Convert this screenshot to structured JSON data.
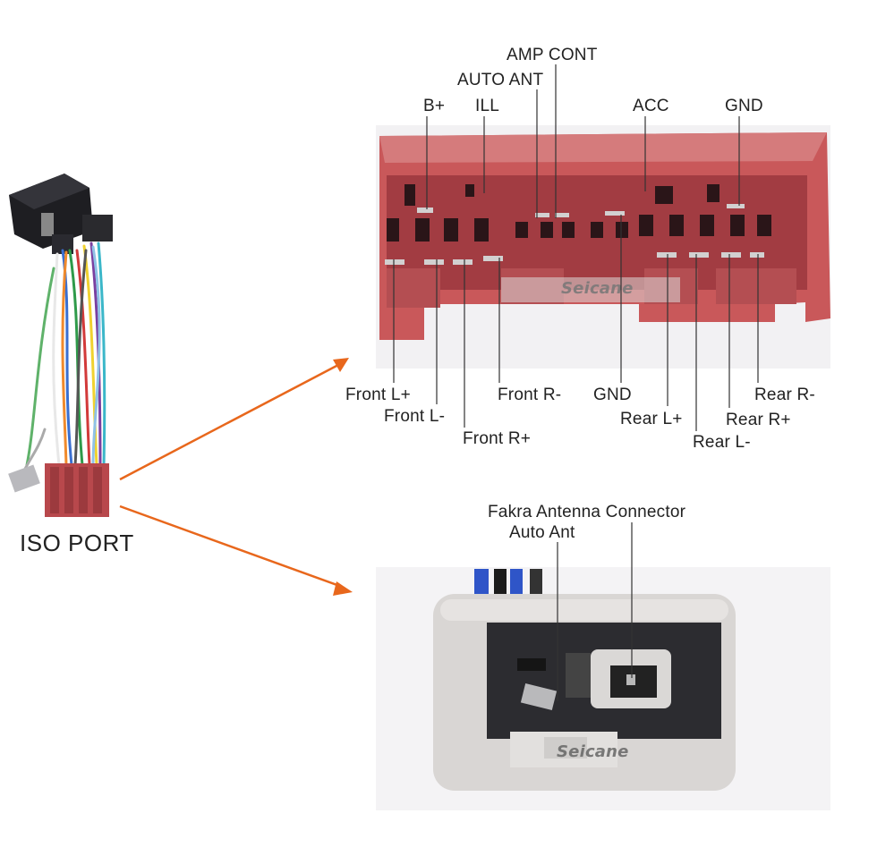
{
  "harness": {
    "label": "ISO PORT"
  },
  "iso_connector": {
    "top_labels": {
      "amp_cont": "AMP CONT",
      "auto_ant": "AUTO ANT",
      "b_plus": "B+",
      "ill": "ILL",
      "acc": "ACC",
      "gnd": "GND"
    },
    "bottom_labels": {
      "front_l_plus": "Front L+",
      "front_l_minus": "Front L-",
      "front_r_plus": "Front R+",
      "front_r_minus": "Front R-",
      "gnd": "GND",
      "rear_l_plus": "Rear L+",
      "rear_l_minus": "Rear L-",
      "rear_r_plus": "Rear R+",
      "rear_r_minus": "Rear R-"
    },
    "watermark": "Seicane",
    "color": "#c9585a"
  },
  "antenna_connector": {
    "labels": {
      "fakra": "Fakra Antenna Connector",
      "auto_ant": "Auto Ant"
    },
    "watermark": "Seicane",
    "color": "#d9d6d4"
  },
  "arrow_color": "#e8671c"
}
